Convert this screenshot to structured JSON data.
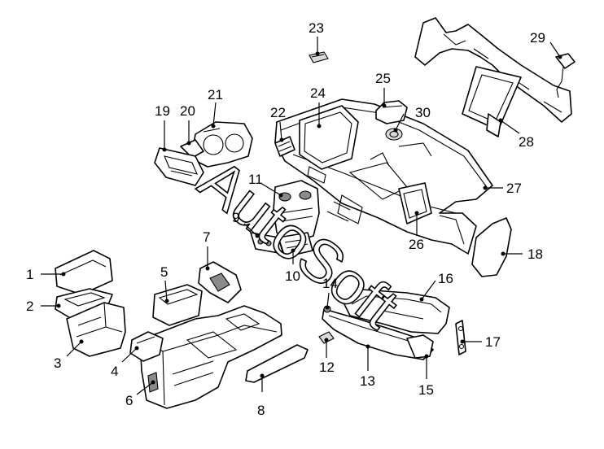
{
  "watermark": "AutoSoft",
  "callouts": [
    "1",
    "2",
    "3",
    "4",
    "5",
    "6",
    "7",
    "8",
    "9",
    "10",
    "11",
    "12",
    "13",
    "14",
    "15",
    "16",
    "17",
    "18",
    "19",
    "20",
    "21",
    "22",
    "23",
    "24",
    "25",
    "26",
    "27",
    "28",
    "29",
    "30"
  ]
}
